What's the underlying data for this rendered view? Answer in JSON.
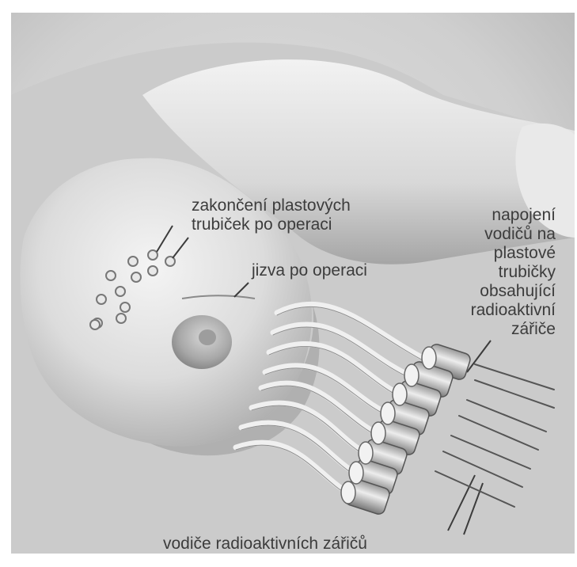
{
  "figure": {
    "labels": {
      "tube_ends": "zakončení plastových\ntrubiček po operaci",
      "scar": "jizva po operaci",
      "connection": "napojení\nvodičů na\nplastové\ntrubičky\nobsahující\nradioaktivní\nzářiče",
      "wires": "vodiče radioaktivních zářičů"
    },
    "colors": {
      "background": "#ffffff",
      "panel": "#d5d5d5",
      "skin_light": "#ececec",
      "skin_shadow": "#9a9a9a",
      "text": "#3c3c3c"
    }
  }
}
